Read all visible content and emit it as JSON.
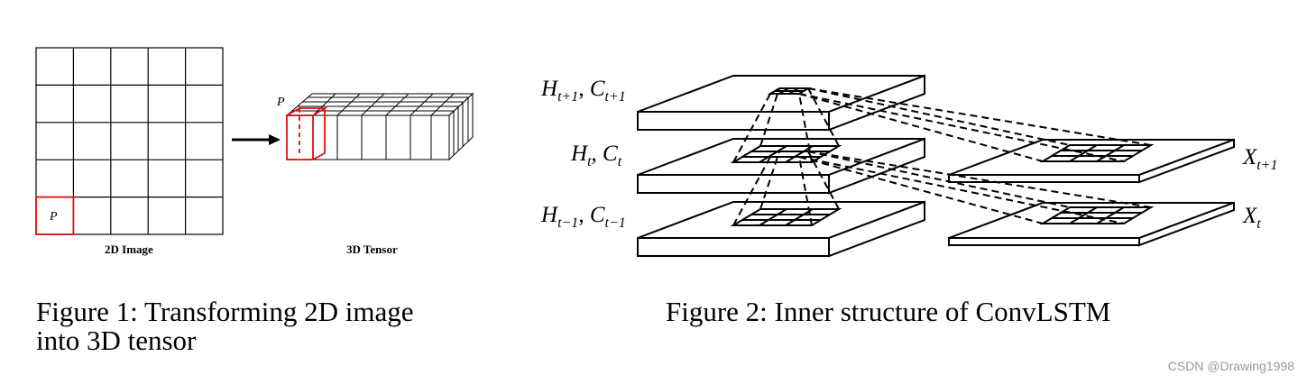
{
  "figure1": {
    "p_label": "P",
    "image_label": "2D Image",
    "tensor_label": "3D Tensor",
    "caption_line1": "Figure 1:  Transforming 2D image",
    "caption_line2": "into 3D tensor",
    "highlight_color": "#dd1111",
    "grid": {
      "rows": 5,
      "cols": 5
    }
  },
  "figure2": {
    "label_h_next": {
      "main": "H",
      "sub": "t+1",
      "main2": "C",
      "sub2": "t+1"
    },
    "label_h_cur": {
      "main": "H",
      "sub": "t",
      "main2": "C",
      "sub2": "t"
    },
    "label_h_prev": {
      "main": "H",
      "sub": "t−1",
      "main2": "C",
      "sub2": "t−1"
    },
    "label_x_next": {
      "main": "X",
      "sub": "t+1"
    },
    "label_x_cur": {
      "main": "X",
      "sub": "t"
    },
    "caption": "Figure 2: Inner structure of ConvLSTM"
  },
  "watermark": "CSDN @Drawing1998"
}
